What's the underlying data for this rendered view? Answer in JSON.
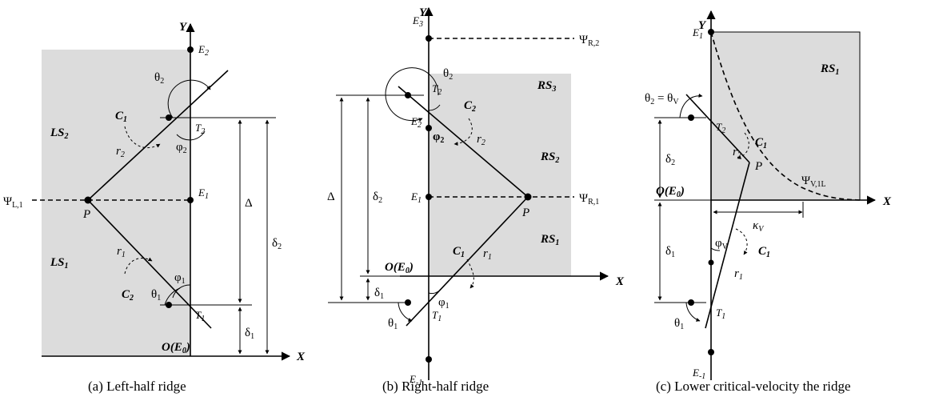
{
  "panel_a": {
    "caption": "(a) Left-half ridge",
    "axis_x": "X",
    "axis_y": "Y",
    "E2": "E",
    "E2_sub": "2",
    "E1": "E",
    "E1_sub": "1",
    "T2": "T",
    "T2_sub": "2",
    "T1": "T",
    "T1_sub": "1",
    "origin": "O(E",
    "origin_sub": "0",
    "origin_close": ")",
    "theta2": "θ",
    "theta2_sub": "2",
    "phi2": "φ",
    "phi2_sub": "2",
    "theta1": "θ",
    "theta1_sub": "1",
    "phi1": "φ",
    "phi1_sub": "1",
    "C1": "C",
    "C1_sub": "1",
    "C2": "C",
    "C2_sub": "2",
    "r2": "r",
    "r2_sub": "2",
    "r1": "r",
    "r1_sub": "1",
    "LS2": "LS",
    "LS2_sub": "2",
    "LS1": "LS",
    "LS1_sub": "1",
    "psi": "Ψ",
    "psi_sub": "L,1",
    "P": "P",
    "Delta": "Δ",
    "delta2": "δ",
    "delta2_sub": "2",
    "delta1": "δ",
    "delta1_sub": "1"
  },
  "panel_b": {
    "caption": "(b) Right-half ridge",
    "axis_x": "X",
    "axis_y": "Y",
    "E3": "E",
    "E3_sub": "3",
    "E2": "E",
    "E2_sub": "2",
    "E1": "E",
    "E1_sub": "1",
    "Em1": "E",
    "Em1_sub": "-1",
    "T2": "T",
    "T2_sub": "2",
    "T1": "T",
    "T1_sub": "1",
    "origin": "O(E",
    "origin_sub": "0",
    "origin_close": ")",
    "theta2": "θ",
    "theta2_sub": "2",
    "phi2": "φ",
    "phi2_sub": "2",
    "theta1": "θ",
    "theta1_sub": "1",
    "phi1": "φ",
    "phi1_sub": "1",
    "C2": "C",
    "C2_sub": "2",
    "C1": "C",
    "C1_sub": "1",
    "r2": "r",
    "r2_sub": "2",
    "r1": "r",
    "r1_sub": "1",
    "RS3": "RS",
    "RS3_sub": "3",
    "RS2": "RS",
    "RS2_sub": "2",
    "RS1": "RS",
    "RS1_sub": "1",
    "psi2": "Ψ",
    "psi2_sub": "R,2",
    "psi1": "Ψ",
    "psi1_sub": "R,1",
    "P": "P",
    "Delta": "Δ",
    "delta2": "δ",
    "delta2_sub": "2",
    "delta1": "δ",
    "delta1_sub": "1"
  },
  "panel_c": {
    "caption": "(c) Lower critical-velocity the ridge",
    "axis_x": "X",
    "axis_y": "Y",
    "E1": "E",
    "E1_sub": "1",
    "Em1": "E",
    "Em1_sub": "-1",
    "T2": "T",
    "T2_sub": "2",
    "T1": "T",
    "T1_sub": "1",
    "origin": "O(E",
    "origin_sub": "0",
    "origin_close": ")",
    "theta2": "θ",
    "theta2_sub": "2",
    "theta_eq": " = θ",
    "thetaV_sub": "V",
    "theta1": "θ",
    "theta1_sub": "1",
    "phiV": "φ",
    "phiV_sub": "V",
    "C1a": "C",
    "C1a_sub": "1",
    "C1b": "C",
    "C1b_sub": "1",
    "r2": "r",
    "r2_sub": "2",
    "r1": "r",
    "r1_sub": "1",
    "RS1": "RS",
    "RS1_sub": "1",
    "psi": "Ψ",
    "psi_sub": "V,1L",
    "P": "P",
    "kappa": "κ",
    "kappa_sub": "V",
    "delta2": "δ",
    "delta2_sub": "2",
    "delta1": "δ",
    "delta1_sub": "1"
  }
}
